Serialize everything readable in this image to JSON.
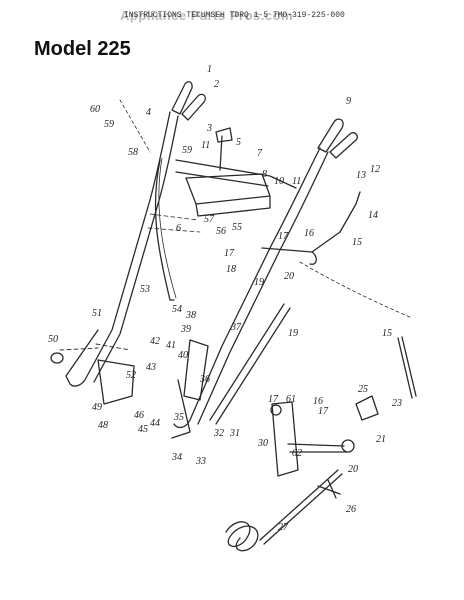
{
  "header": {
    "watermark": "Appliance Parts Pros.com",
    "reference": "INSTRUCTIONS TECUMSEH TORQ 1-5 TMO-319-225-000"
  },
  "title": "Model 225",
  "part_callouts": {
    "p1": "1",
    "p2": "2",
    "p3": "3",
    "p4": "4",
    "p5": "5",
    "p6": "6",
    "p7": "7",
    "p8": "8",
    "p9": "9",
    "p10": "10",
    "p11": "11",
    "p12": "12",
    "p13": "13",
    "p14": "14",
    "p15": "15",
    "p16": "16",
    "p17": "17",
    "p18": "18",
    "p19": "19",
    "p20": "20",
    "p21": "21",
    "p23": "23",
    "p25": "25",
    "p26": "26",
    "p27": "27",
    "p30": "30",
    "p31": "31",
    "p32": "32",
    "p33": "33",
    "p34": "34",
    "p35": "35",
    "p36": "36",
    "p37": "37",
    "p38": "38",
    "p39": "39",
    "p40": "40",
    "p41": "41",
    "p42": "42",
    "p43": "43",
    "p44": "44",
    "p45": "45",
    "p46": "46",
    "p48": "48",
    "p49": "49",
    "p50": "50",
    "p51": "51",
    "p52": "52",
    "p53": "53",
    "p54": "54",
    "p55": "55",
    "p56": "56",
    "p57": "57",
    "p58": "58",
    "p59": "59",
    "p60": "60",
    "p61": "61",
    "p62": "62"
  }
}
